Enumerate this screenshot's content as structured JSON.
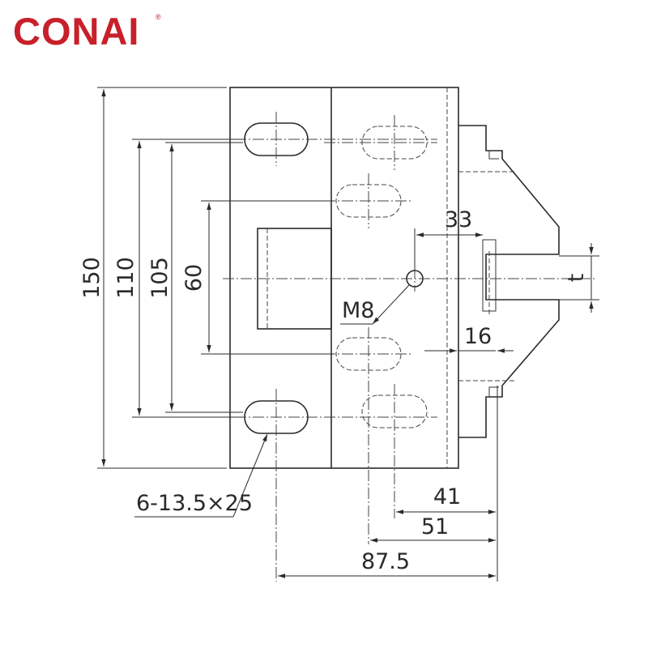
{
  "brand": {
    "logo_text": "CONAI",
    "registered_mark": "®",
    "color": "#c8202a"
  },
  "drawing": {
    "dimensions": {
      "overall_height": "150",
      "slot_span_outer": "110",
      "slot_span_inner": "105",
      "window_height": "60",
      "thread_offset": "33",
      "thread_label": "M8",
      "tab_thickness": "16",
      "tab_gap": "t",
      "slot_callout": "6-13.5×25",
      "dist_41": "41",
      "dist_51": "51",
      "dist_87_5": "87.5"
    }
  }
}
